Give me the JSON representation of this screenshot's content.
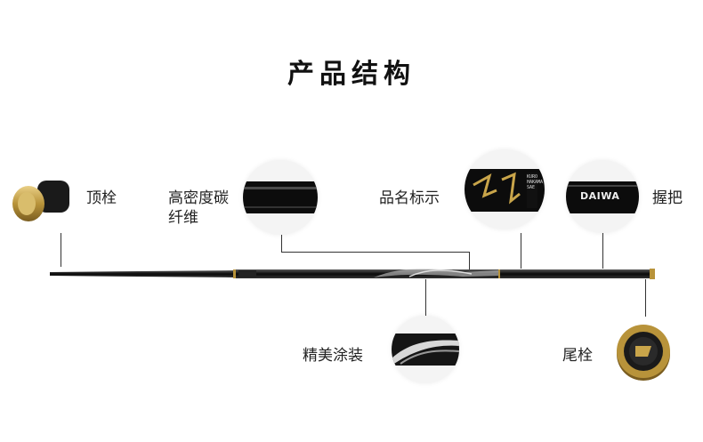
{
  "page": {
    "title": "产品结构"
  },
  "parts": {
    "top_cap": {
      "label": "顶栓"
    },
    "carbon": {
      "label_line1": "高密度碳",
      "label_line2": "纤维"
    },
    "name_mark": {
      "label": "品名标示",
      "engraving": "KURO\nHAKAMA\nSAE"
    },
    "grip": {
      "label": "握把",
      "brand": "DAIWA"
    },
    "coating": {
      "label": "精美涂装"
    },
    "butt_cap": {
      "label": "尾栓"
    }
  },
  "colors": {
    "gold": "#b8933a",
    "rod": "#111111",
    "line": "#333333"
  }
}
